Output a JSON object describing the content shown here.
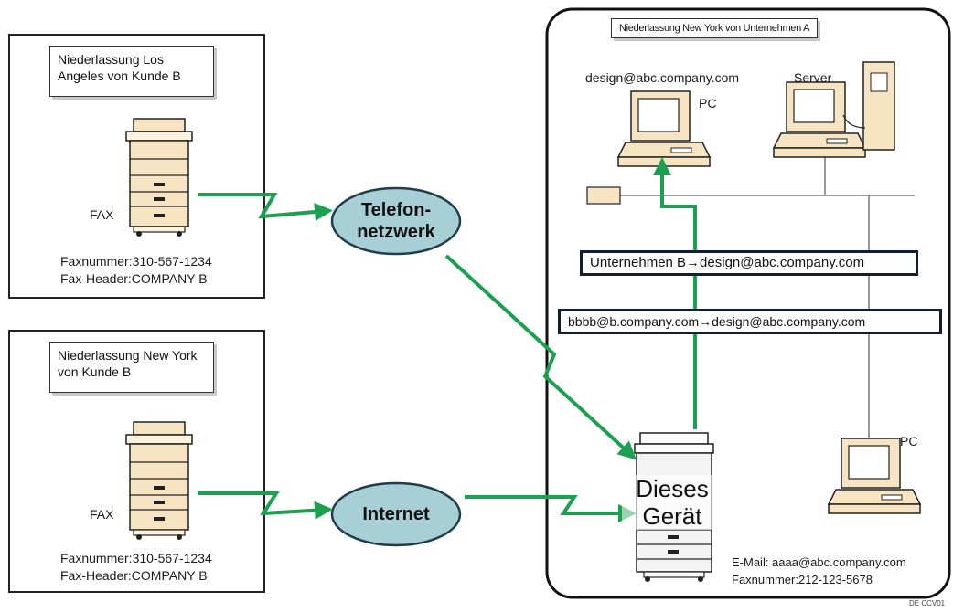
{
  "la_branch": {
    "title": "Niederlassung Los Angeles von Kunde B",
    "device_label": "FAX",
    "fax_number": "Faxnummer:310-567-1234",
    "fax_header": "Fax-Header:COMPANY B"
  },
  "ny_branch": {
    "title": "Niederlassung New York von Kunde B",
    "device_label": "FAX",
    "fax_number": "Faxnummer:310-567-1234",
    "fax_header": "Fax-Header:COMPANY B"
  },
  "networks": {
    "phone": "Telefon-\nnetzwerk",
    "internet": "Internet"
  },
  "company_a": {
    "title": "Niederlassung New York von Unternehmen A",
    "pc_email": "design@abc.company.com",
    "pc_label": "PC",
    "server_label": "Server",
    "pc2_label": "PC",
    "mail_route_fax": "Unternehmen B→design@abc.company.com",
    "mail_route_email": "bbbb@b.company.com→design@abc.company.com",
    "machine_label": "Dieses Gerät",
    "email": "E-Mail:  aaaa@abc.company.com",
    "fax_number": "Faxnummer:212-123-5678"
  },
  "figure_code": "DE CCV01",
  "colors": {
    "arrow": "#1aa04e",
    "ellipse_fill": "#a9cfd6",
    "ellipse_stroke": "#1f3d4a",
    "device_fill": "#f7e4c3",
    "bar_dark": "#0f1e33"
  }
}
